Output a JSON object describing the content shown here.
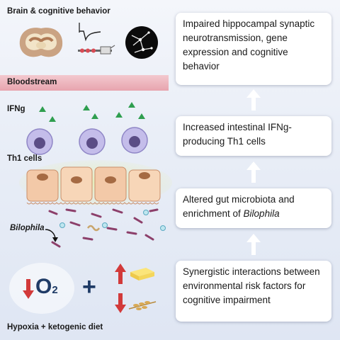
{
  "left": {
    "brain_label": "Brain & cognitive behavior",
    "bloodstream_label": "Bloodstream",
    "ifng_label": "IFNg",
    "th1_label": "Th1 cells",
    "bilophila_label": "Bilophila",
    "bottom_label": "Hypoxia + ketogenic diet",
    "o2_symbol": "O",
    "o2_subscript": "2",
    "plus": "+"
  },
  "flow_boxes": [
    {
      "text": "Impaired hippocampal synaptic neurotransmission, gene expression and cognitive behavior"
    },
    {
      "text": "Increased intestinal IFNg-producing Th1 cells"
    },
    {
      "text_plain": "Altered gut microbiota and enrichment of ",
      "text_italic": "Bilophila"
    },
    {
      "text": "Synergistic interactions between environmental risk factors for cognitive impairment"
    }
  ],
  "colors": {
    "arrow": "#ffffff",
    "down_arrow": "#d23a3a",
    "up_arrow": "#d23a3a",
    "o2": "#1f3b66",
    "triangle": "#2f9e4f",
    "th1_cell": "#b9b3e3",
    "nucleus": "#5a4a86"
  }
}
